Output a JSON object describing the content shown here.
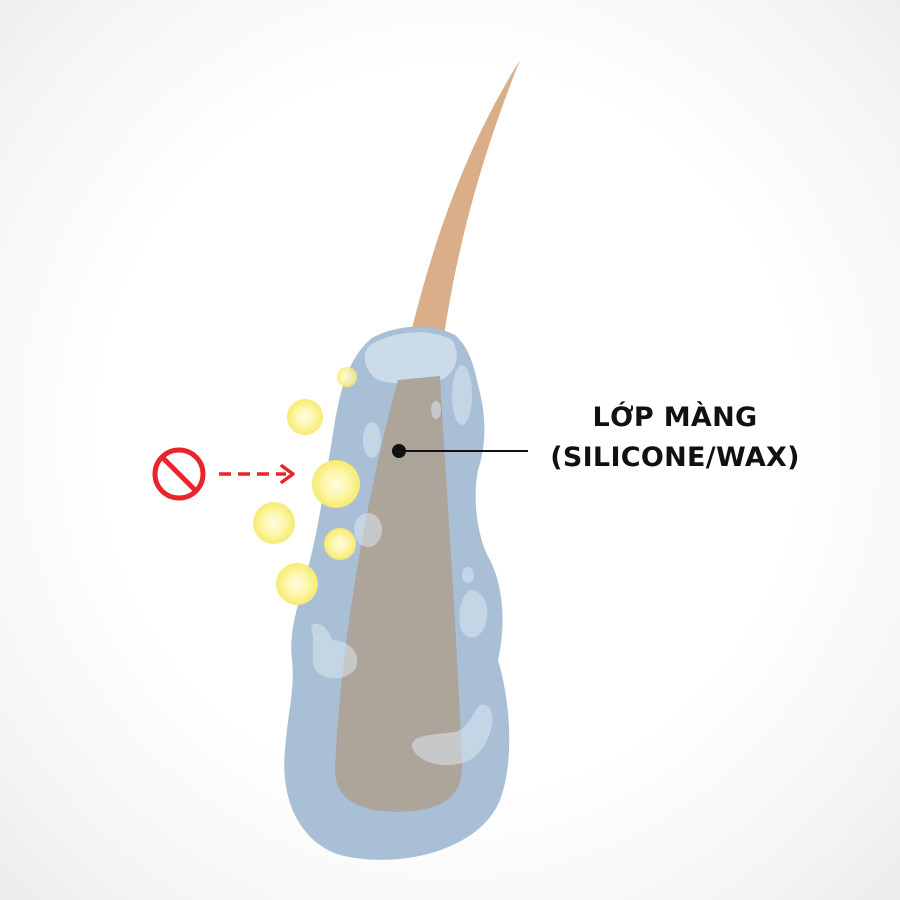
{
  "diagram": {
    "label": {
      "line1": "LỚP MÀNG",
      "line2": "(SILICONE/WAX)"
    },
    "colors": {
      "hair_tip": "#d9ae88",
      "hair_shaft_inside": "#ada49a",
      "film": "#a9bfd6",
      "film_highlight": "#d3e2ef",
      "bubble": "#fbf38c",
      "bubble_center": "#fffbd2",
      "block_symbol": "#e8262a",
      "arrow": "#e8262a",
      "leader_line": "#111111"
    },
    "elements": [
      {
        "name": "hair-strand",
        "description": "hair shaft emerging from film layer"
      },
      {
        "name": "film-layer",
        "description": "silicone/wax coating around hair"
      },
      {
        "name": "nutrient-bubbles",
        "count": 6
      },
      {
        "name": "blocked-symbol",
        "description": "prohibited sign"
      },
      {
        "name": "dashed-arrow",
        "description": "red dashed arrow pointing toward hair"
      },
      {
        "name": "leader-line",
        "description": "line with dot connecting label to film"
      }
    ]
  }
}
